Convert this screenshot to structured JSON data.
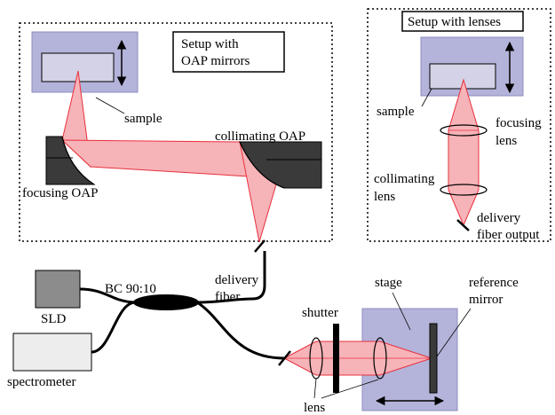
{
  "oap_panel": {
    "title_line1": "Setup with",
    "title_line2": "OAP mirrors",
    "sample_label": "sample",
    "focusing_label": "focusing OAP",
    "collimating_label": "collimating OAP"
  },
  "lens_panel": {
    "title": "Setup with lenses",
    "sample_label": "sample",
    "focusing_line1": "focusing",
    "focusing_line2": "lens",
    "collimating_line1": "collimating",
    "collimating_line2": "lens",
    "delivery_line1": "delivery",
    "delivery_line2": "fiber output"
  },
  "bottom": {
    "delivery_line1": "delivery",
    "delivery_line2": "fiber",
    "sld_label": "SLD",
    "spectrometer_label": "spectrometer",
    "coupler_label": "BC 90:10",
    "shutter_label": "shutter",
    "stage_label": "stage",
    "reference_line1": "reference",
    "reference_line2": "mirror",
    "lens_label": "lens"
  },
  "colors": {
    "beam_fill": "#f6b3b8",
    "beam_stroke": "#e8303c",
    "stage_fill": "#b4b3da",
    "mirror_fill": "#3a3a3a",
    "sld_fill": "#8c8c8c",
    "spectrometer_fill": "#ededed"
  }
}
